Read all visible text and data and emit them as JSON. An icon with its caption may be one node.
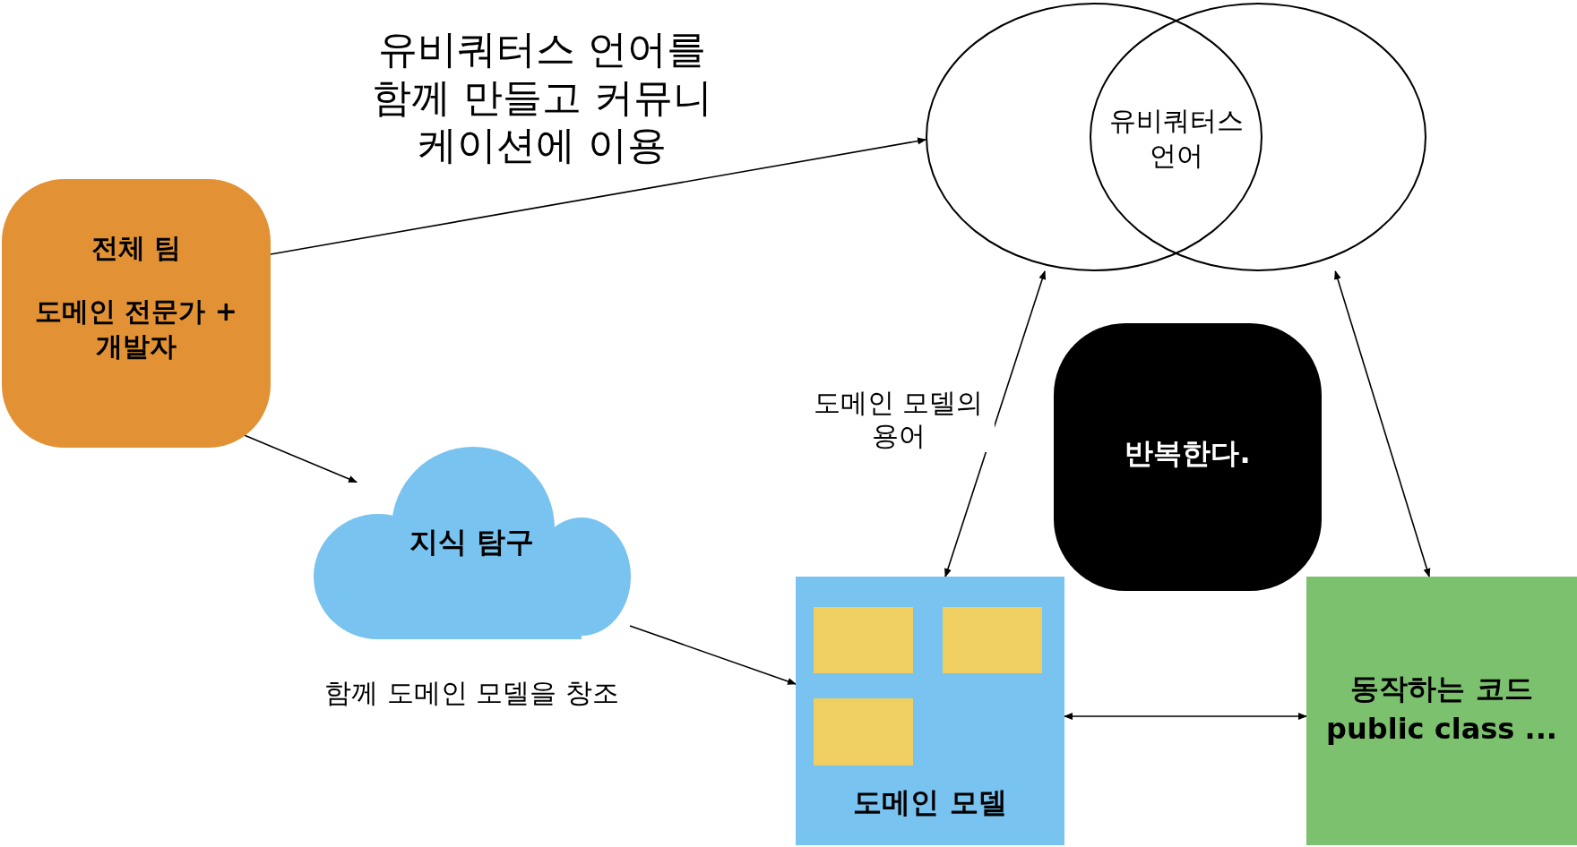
{
  "diagram": {
    "nodes": [
      {
        "text": [
          "전체 팀",
          "도메인 전문가 + 개발자"
        ]
      },
      {
        "text": [
          "유비쿼터스 언어"
        ]
      },
      {
        "text": [
          "지식 탐구"
        ],
        "beside": [
          "함께 도메인 모델을 창조"
        ]
      },
      {
        "text": [
          "반복한다."
        ]
      },
      {
        "text": [
          "도메인 모델"
        ]
      },
      {
        "text": [],
        "shape": "box",
        "in": 4
      },
      {
        "text": [],
        "shape": "box",
        "in": 4
      },
      {
        "text": [],
        "shape": "box",
        "in": 4
      },
      {
        "text": [
          "동작하는 코드",
          "public class ..."
        ]
      }
    ],
    "edges": [
      {
        "from": 0,
        "to": 1,
        "arrow": "to",
        "label": "유비쿼터스 언어를 함께 만들고 커뮤니케이션에 이용"
      },
      {
        "from": 0,
        "to": 2,
        "arrow": "to"
      },
      {
        "from": 2,
        "to": 4,
        "arrow": "to"
      },
      {
        "from": 4,
        "to": 1,
        "arrow": "both",
        "label": "도메인 모델의 용어"
      },
      {
        "from": 8,
        "to": 1,
        "arrow": "both"
      },
      {
        "from": 4,
        "to": 8,
        "arrow": "both"
      }
    ]
  }
}
